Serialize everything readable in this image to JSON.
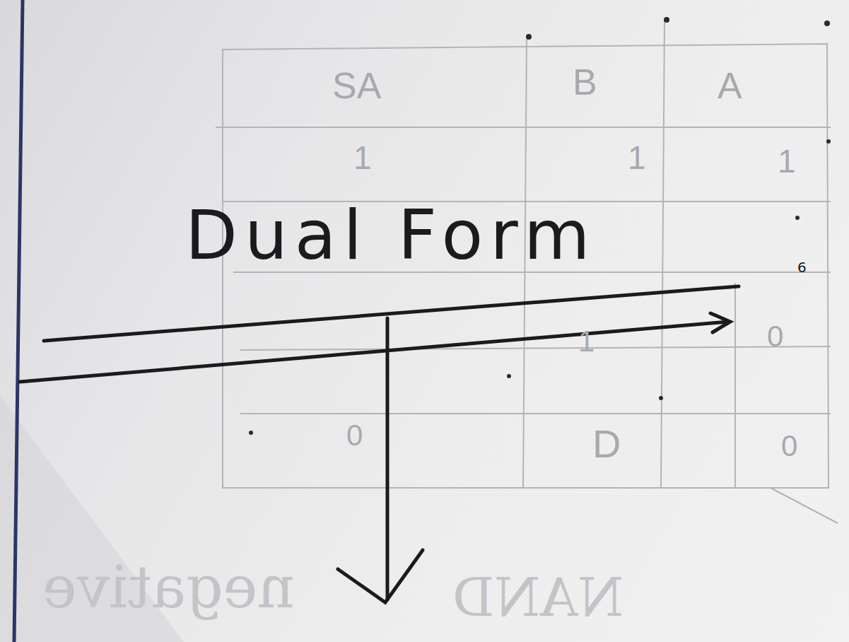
{
  "diagram": {
    "labels": [
      "SA",
      "B",
      "A",
      "1",
      "1",
      "1",
      "6",
      "1",
      "0",
      "0",
      "D",
      "0",
      "Dual Form",
      "negative",
      "NAND"
    ]
  }
}
